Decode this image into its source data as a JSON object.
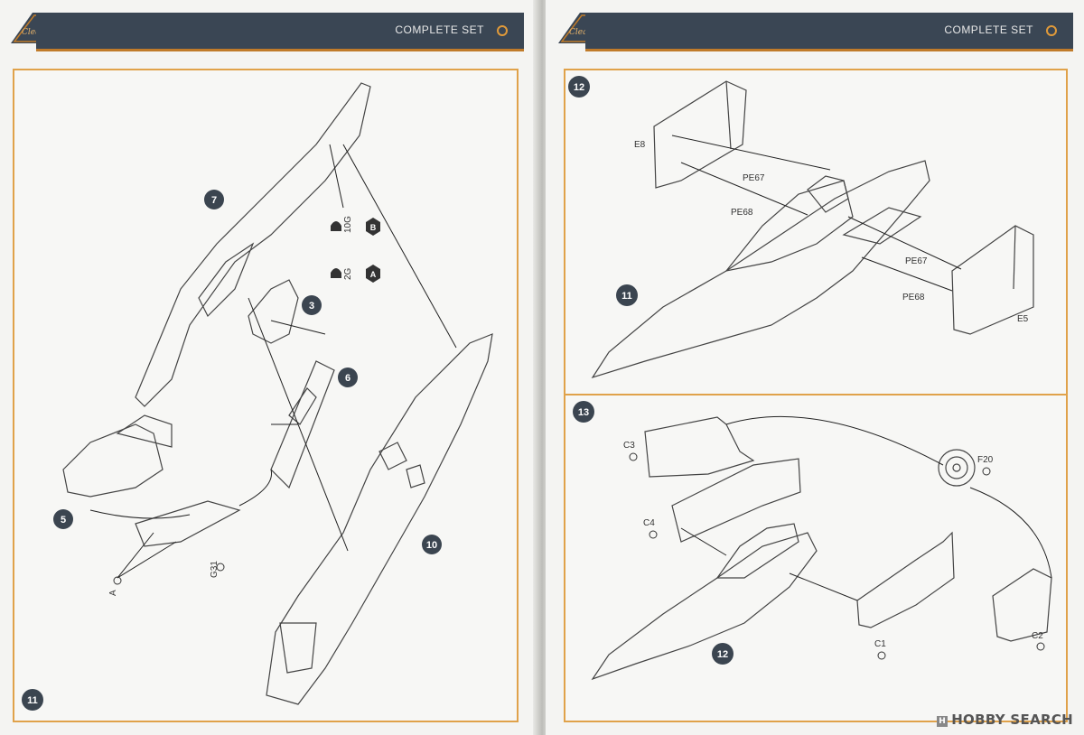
{
  "header": {
    "title_left": "COMPLETE SET",
    "title_right": "COMPLETE SET"
  },
  "logo": {
    "text": "Clear Prop!"
  },
  "left_page": {
    "page_number": "11",
    "steps": [
      "7",
      "3",
      "6",
      "5",
      "10"
    ],
    "glue_notes": [
      {
        "code": "10G",
        "mark": "B"
      },
      {
        "code": "2G",
        "mark": "A"
      }
    ],
    "parts": [
      "A",
      "G31"
    ]
  },
  "right_page": {
    "panel_top": {
      "step": "12",
      "sub_step": "11",
      "parts": [
        "E8",
        "PE67",
        "PE68",
        "PE67",
        "PE68",
        "E5"
      ]
    },
    "panel_bottom": {
      "step": "13",
      "sub_step": "12",
      "parts": [
        "C3",
        "C4",
        "F20",
        "C1",
        "C2"
      ]
    }
  },
  "footer": {
    "brand": "HOBBY SEARCH",
    "mark": "H"
  },
  "colors": {
    "header": "#3a4654",
    "accent": "#e0a24a",
    "step_badge": "#3b4550"
  }
}
